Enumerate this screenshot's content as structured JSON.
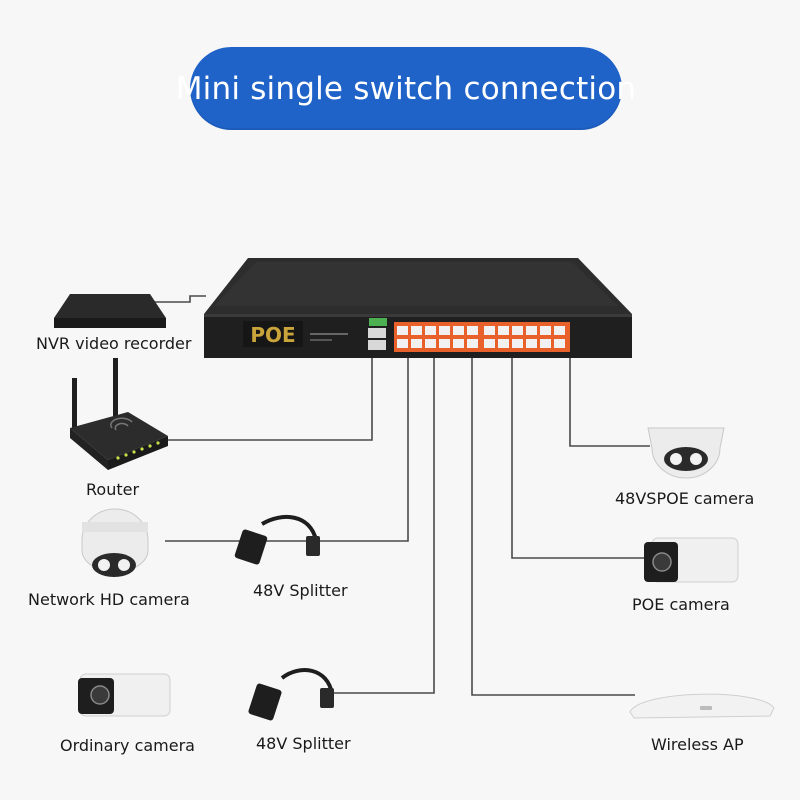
{
  "title": "Mini single switch connection",
  "switch": {
    "brand_label": "POE"
  },
  "devices": {
    "nvr": "NVR video recorder",
    "router": "Router",
    "network_hd_camera": "Network HD camera",
    "splitter_1": "48V Splitter",
    "ordinary_camera": "Ordinary camera",
    "splitter_2": "48V Splitter",
    "poe_camera_48v": "48VSPOE camera",
    "poe_camera": "POE camera",
    "wireless_ap": "Wireless AP"
  },
  "colors": {
    "title_bg": "#1f63c9",
    "title_text": "#ffffff",
    "switch_body": "#262626",
    "port_orange": "#e8602a",
    "logo_gold": "#c9a43a",
    "wire": "#4a4a4a"
  }
}
